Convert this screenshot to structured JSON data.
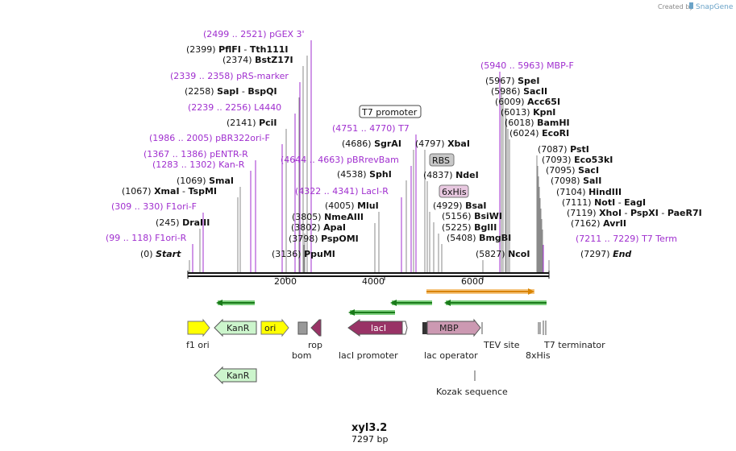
{
  "branding": {
    "created_by": "Created by",
    "app": "SnapGene"
  },
  "map": {
    "name": "xyl3.2",
    "length_label": "7297 bp",
    "ruler_ticks": [
      "2000",
      "4000",
      "6000"
    ]
  },
  "sites": [
    {
      "pos": "(2499 .. 2521)",
      "name": "pGEX 3'",
      "kind": "primer"
    },
    {
      "pos": "(2399)",
      "name": "PflFI",
      "name2": "Tth111I",
      "kind": "enzyme"
    },
    {
      "pos": "(2374)",
      "name": "BstZ17I",
      "kind": "enzyme"
    },
    {
      "pos": "(2339 .. 2358)",
      "name": "pRS-marker",
      "kind": "primer"
    },
    {
      "pos": "(2258)",
      "name": "SapI",
      "name2": "BspQI",
      "kind": "enzyme"
    },
    {
      "pos": "(2239 .. 2256)",
      "name": "L4440",
      "kind": "primer"
    },
    {
      "pos": "(2141)",
      "name": "PciI",
      "kind": "enzyme"
    },
    {
      "pos": "(1986 .. 2005)",
      "name": "pBR322ori-F",
      "kind": "primer"
    },
    {
      "pos": "(1367 .. 1386)",
      "name": "pENTR-R",
      "kind": "primer"
    },
    {
      "pos": "(1283 .. 1302)",
      "name": "Kan-R",
      "kind": "primer"
    },
    {
      "pos": "(1069)",
      "name": "SmaI",
      "kind": "enzyme"
    },
    {
      "pos": "(1067)",
      "name": "XmaI",
      "name2": "TspMI",
      "kind": "enzyme"
    },
    {
      "pos": "(309 .. 330)",
      "name": "F1ori-F",
      "kind": "primer"
    },
    {
      "pos": "(245)",
      "name": "DraIII",
      "kind": "enzyme"
    },
    {
      "pos": "(99 .. 118)",
      "name": "F1ori-R",
      "kind": "primer"
    },
    {
      "pos": "(0)",
      "name": "Start",
      "kind": "end"
    },
    {
      "pos": "(4751 .. 4770)",
      "name": "T7",
      "kind": "primer"
    },
    {
      "pos": "(4686)",
      "name": "SgrAI",
      "kind": "enzyme"
    },
    {
      "pos": "(4644 .. 4663)",
      "name": "pBRrevBam",
      "kind": "primer"
    },
    {
      "pos": "(4538)",
      "name": "SphI",
      "kind": "enzyme"
    },
    {
      "pos": "(4322 .. 4341)",
      "name": "LacI-R",
      "kind": "primer"
    },
    {
      "pos": "(4005)",
      "name": "MluI",
      "kind": "enzyme"
    },
    {
      "pos": "(3805)",
      "name": "NmeAIII",
      "kind": "enzyme"
    },
    {
      "pos": "(3802)",
      "name": "ApaI",
      "kind": "enzyme"
    },
    {
      "pos": "(3798)",
      "name": "PspOMI",
      "kind": "enzyme"
    },
    {
      "pos": "(3136)",
      "name": "PpuMI",
      "kind": "enzyme"
    },
    {
      "pos": "(4797)",
      "name": "XbaI",
      "kind": "enzyme"
    },
    {
      "pos": "(4837)",
      "name": "NdeI",
      "kind": "enzyme"
    },
    {
      "pos": "(4929)",
      "name": "BsaI",
      "kind": "enzyme"
    },
    {
      "pos": "(5156)",
      "name": "BsiWI",
      "kind": "enzyme"
    },
    {
      "pos": "(5225)",
      "name": "BglII",
      "kind": "enzyme"
    },
    {
      "pos": "(5408)",
      "name": "BmgBI",
      "kind": "enzyme"
    },
    {
      "pos": "(5827)",
      "name": "NcoI",
      "kind": "enzyme"
    },
    {
      "pos": "(5940 .. 5963)",
      "name": "MBP-F",
      "kind": "primer"
    },
    {
      "pos": "(5967)",
      "name": "SpeI",
      "kind": "enzyme"
    },
    {
      "pos": "(5986)",
      "name": "SacII",
      "kind": "enzyme"
    },
    {
      "pos": "(6009)",
      "name": "Acc65I",
      "kind": "enzyme"
    },
    {
      "pos": "(6013)",
      "name": "KpnI",
      "kind": "enzyme"
    },
    {
      "pos": "(6018)",
      "name": "BamHI",
      "kind": "enzyme"
    },
    {
      "pos": "(6024)",
      "name": "EcoRI",
      "kind": "enzyme"
    },
    {
      "pos": "(7087)",
      "name": "PstI",
      "kind": "enzyme"
    },
    {
      "pos": "(7093)",
      "name": "Eco53kI",
      "kind": "enzyme"
    },
    {
      "pos": "(7095)",
      "name": "SacI",
      "kind": "enzyme"
    },
    {
      "pos": "(7098)",
      "name": "SalI",
      "kind": "enzyme"
    },
    {
      "pos": "(7104)",
      "name": "HindIII",
      "kind": "enzyme"
    },
    {
      "pos": "(7111)",
      "name": "NotI",
      "name2": "EagI",
      "kind": "enzyme"
    },
    {
      "pos": "(7119)",
      "name": "XhoI",
      "name2": "PspXI",
      "name3": "PaeR7I",
      "kind": "enzyme"
    },
    {
      "pos": "(7162)",
      "name": "AvrII",
      "kind": "enzyme"
    },
    {
      "pos": "(7211 .. 7229)",
      "name": "T7 Term",
      "kind": "primer"
    },
    {
      "pos": "(7297)",
      "name": "End",
      "kind": "end"
    }
  ],
  "boxed_labels": [
    "T7 promoter",
    "RBS",
    "6xHis"
  ],
  "features": [
    {
      "name": "f1 ori",
      "color": "#ffff00"
    },
    {
      "name": "KanR",
      "color": "#ccf5cc"
    },
    {
      "name": "ori",
      "color": "#ffff00"
    },
    {
      "name": "bom",
      "color": "#999999"
    },
    {
      "name": "rop",
      "color": "#993366"
    },
    {
      "name": "lacI",
      "color": "#993366"
    },
    {
      "name": "lacI promoter",
      "color": "#ffffff"
    },
    {
      "name": "lac operator",
      "color": "#333333"
    },
    {
      "name": "MBP",
      "color": "#cc99b2"
    },
    {
      "name": "TEV site",
      "color": "#ffffff"
    },
    {
      "name": "8xHis",
      "color": "#ffffff"
    },
    {
      "name": "T7 terminator",
      "color": "#ffffff"
    },
    {
      "name": "Kozak sequence",
      "color": "#ffffff"
    },
    {
      "name": "KanR",
      "color": "#ccf5cc"
    }
  ],
  "colors": {
    "primer": "#a02fcf",
    "orf_green": "#1a7a1a",
    "orf_orange": "#d98400",
    "backbone": "#111111"
  }
}
